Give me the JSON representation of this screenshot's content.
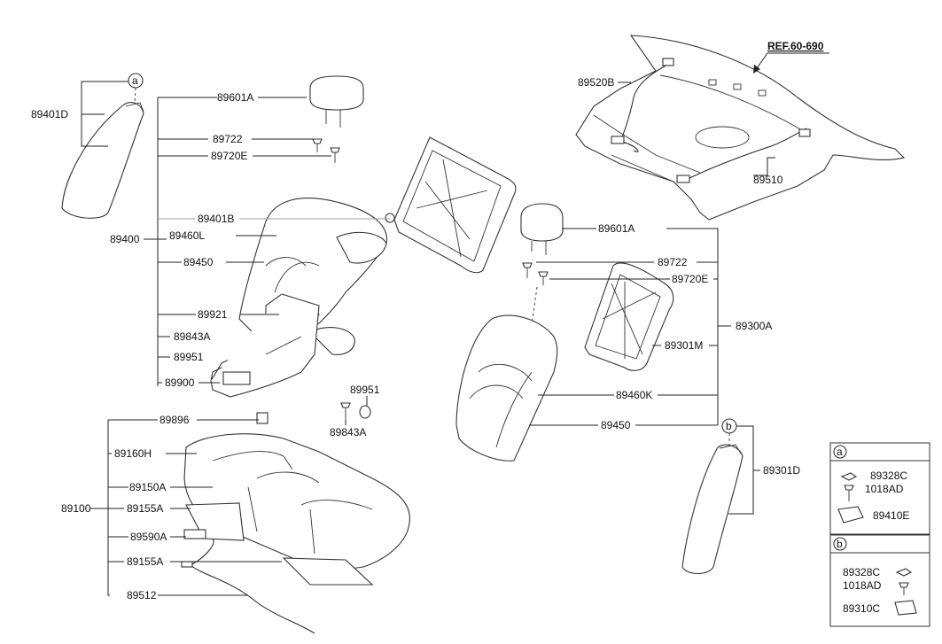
{
  "reference": "REF.60-690",
  "callouts": {
    "a": "a",
    "b": "b"
  },
  "labels": {
    "l_89401D": "89401D",
    "l_89601A_1": "89601A",
    "l_89722_1": "89722",
    "l_89720E_1": "89720E",
    "l_89401B": "89401B",
    "l_89400": "89400",
    "l_89460L": "89460L",
    "l_89450_1": "89450",
    "l_89921": "89921",
    "l_89843A_1": "89843A",
    "l_89951_1": "89951",
    "l_89900": "89900",
    "l_89951_2": "89951",
    "l_89843A_2": "89843A",
    "l_89520B": "89520B",
    "l_89510": "89510",
    "l_89601A_2": "89601A",
    "l_89722_2": "89722",
    "l_89720E_2": "89720E",
    "l_89300A": "89300A",
    "l_89301M": "89301M",
    "l_89460K": "89460K",
    "l_89450_2": "89450",
    "l_89301D": "89301D",
    "l_89896": "89896",
    "l_89160H": "89160H",
    "l_89150A": "89150A",
    "l_89100": "89100",
    "l_89155A_1": "89155A",
    "l_89590A": "89590A",
    "l_89155A_2": "89155A",
    "l_89512": "89512"
  },
  "legend_a": {
    "tag": "a",
    "items": [
      "89328C",
      "1018AD",
      "89410E"
    ]
  },
  "legend_b": {
    "tag": "b",
    "items": [
      "89328C",
      "1018AD",
      "89310C"
    ]
  }
}
